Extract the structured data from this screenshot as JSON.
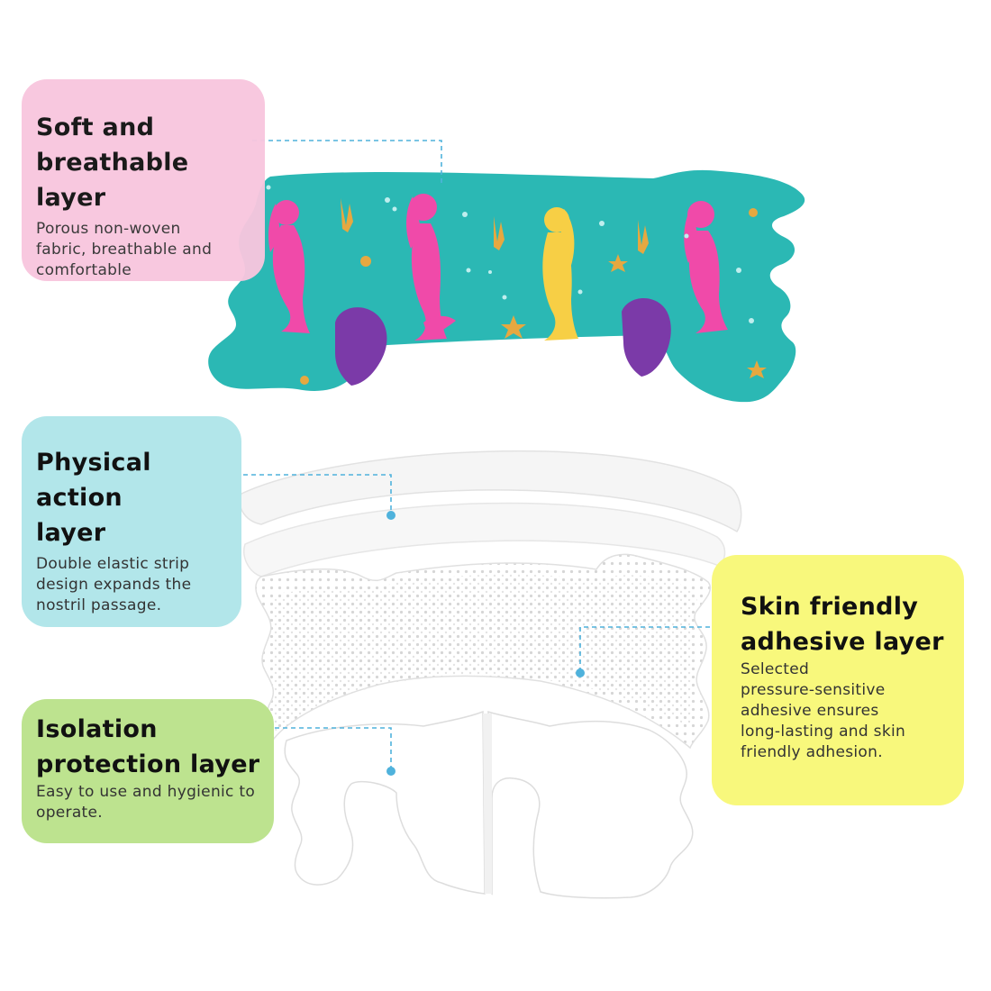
{
  "colors": {
    "soft_card": "#f8c6de",
    "physical_card": "#b2e6ea",
    "isolation_card": "#bde38f",
    "adhesive_card": "#f8f87c",
    "leader_line": "#4fb2dc",
    "strip_teal": "#2bb8b4"
  },
  "layers": {
    "soft": {
      "title_line1": "Soft and",
      "title_line2": "breathable layer",
      "desc_line1": "Porous non-woven",
      "desc_line2": "fabric, breathable and",
      "desc_line3": "comfortable"
    },
    "physical": {
      "title_line1": "Physical action",
      "title_line2": "layer",
      "desc_line1": "Double elastic strip",
      "desc_line2": "design expands the",
      "desc_line3": "nostril passage."
    },
    "isolation": {
      "title_line1": "Isolation",
      "title_line2": "protection layer",
      "desc_line1": "Easy to use and hygienic to",
      "desc_line2": "operate."
    },
    "adhesive": {
      "title_line1": "Skin friendly",
      "title_line2": "adhesive layer",
      "desc_line1": "Selected",
      "desc_line2": "pressure-sensitive",
      "desc_line3": "adhesive ensures",
      "desc_line4": "long-lasting and skin",
      "desc_line5": "friendly adhesion."
    }
  }
}
